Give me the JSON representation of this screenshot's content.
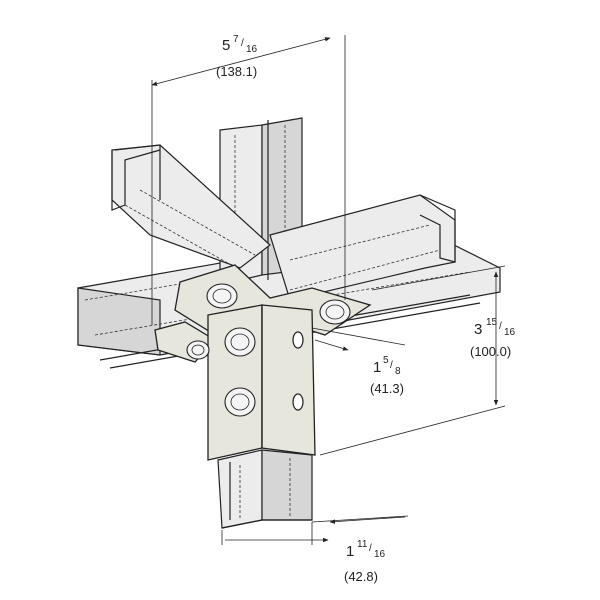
{
  "dimensions": {
    "top_width": {
      "whole": "5",
      "num": "7",
      "den": "16",
      "metric": "(138.1)"
    },
    "height": {
      "whole": "3",
      "num": "15",
      "den": "16",
      "metric": "(100.0)"
    },
    "flange": {
      "whole": "1",
      "num": "5",
      "den": "8",
      "metric": "(41.3)"
    },
    "bottom_width": {
      "whole": "1",
      "num": "11",
      "den": "16",
      "metric": "(42.8)"
    }
  }
}
